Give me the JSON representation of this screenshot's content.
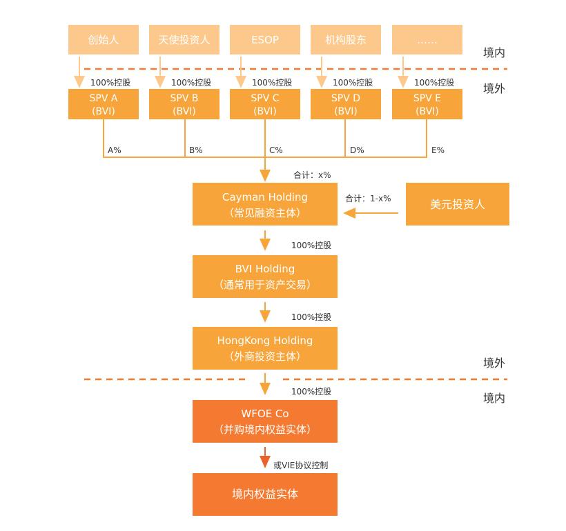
{
  "colors": {
    "source": "#fcc88c",
    "spv": "#f7a53a",
    "main": "#f7a53a",
    "dark": "#f47a31",
    "line": "#f7a53a",
    "dark_line": "#e8622a",
    "divider": "#f47a31",
    "text_dark": "#333333"
  },
  "sources": [
    "创始人",
    "天使投资人",
    "ESOP",
    "机构股东",
    "……"
  ],
  "source_arrow_labels": [
    "100%控股",
    "100%控股",
    "100%控股",
    "100%控股",
    "100%控股"
  ],
  "spvs": [
    {
      "line1": "SPV A",
      "line2": "(BVI)",
      "pct": "A%"
    },
    {
      "line1": "SPV B",
      "line2": "(BVI)",
      "pct": "B%"
    },
    {
      "line1": "SPV C",
      "line2": "(BVI)",
      "pct": "C%"
    },
    {
      "line1": "SPV D",
      "line2": "(BVI)",
      "pct": "D%"
    },
    {
      "line1": "SPV E",
      "line2": "(BVI)",
      "pct": "E%"
    }
  ],
  "zones": {
    "top_domestic": "境内",
    "top_overseas": "境外",
    "bottom_overseas": "境外",
    "bottom_domestic": "境内"
  },
  "total_label": "合计：x%",
  "cayman": {
    "line1": "Cayman Holding",
    "line2": "（常见融资主体）"
  },
  "usd_investor": "美元投资人",
  "usd_label": "合计：1-x%",
  "bvi": {
    "line1": "BVI Holding",
    "line2": "（通常用于资产交易）",
    "label": "100%控股"
  },
  "hk": {
    "line1": "HongKong Holding",
    "line2": "（外商投资主体）",
    "label": "100%控股"
  },
  "wfoe": {
    "line1": "WFOE Co",
    "line2": "（并购境内权益实体）",
    "label": "100%控股"
  },
  "domestic_entity": {
    "text": "境内权益实体",
    "label": "或VIE协议控制"
  }
}
